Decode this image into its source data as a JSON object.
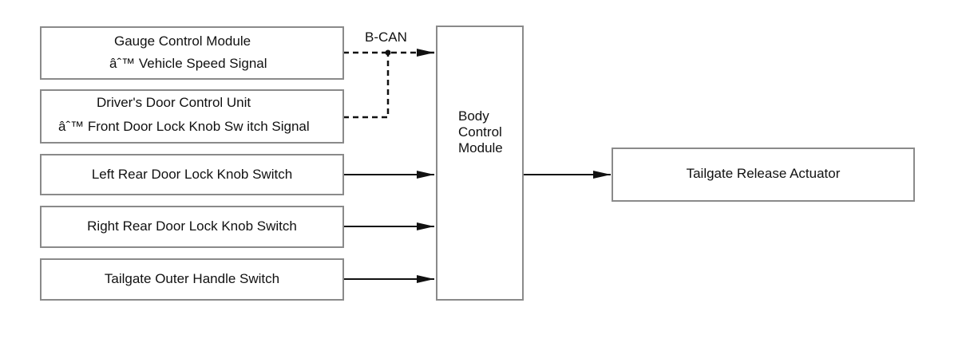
{
  "bus_label": "B-CAN",
  "inputs": [
    {
      "title": "Gauge Control Module",
      "signal": "âˆ™ Vehicle Speed Signal"
    },
    {
      "title": "Driver's Door Control Unit",
      "signal": "âˆ™ Front Door Lock Knob Sw itch Signal"
    },
    {
      "title": "Left Rear Door Lock Knob Switch"
    },
    {
      "title": "Right Rear Door Lock Knob Switch"
    },
    {
      "title": "Tailgate Outer Handle Switch"
    }
  ],
  "bcm": {
    "line1": "Body",
    "line2": "Control",
    "line3": "Module"
  },
  "output": {
    "title": "Tailgate Release Actuator"
  },
  "colors": {
    "border": "#8a8a8a",
    "line": "#111111"
  }
}
